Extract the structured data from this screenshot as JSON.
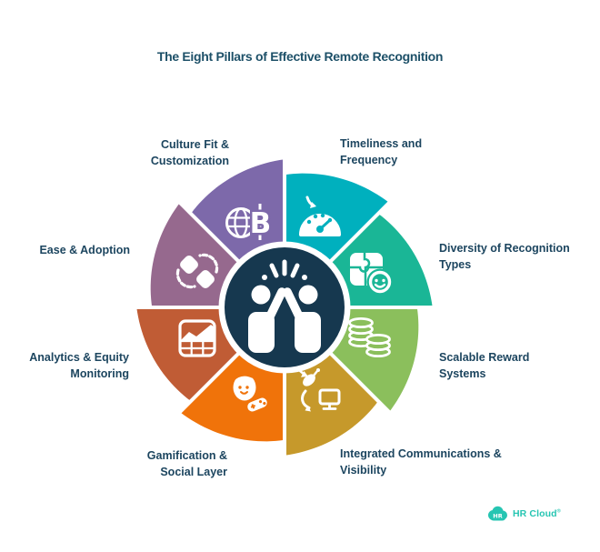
{
  "title": "The Eight Pillars of Effective Remote Recognition",
  "colors": {
    "background": "#FFFFFF",
    "title_text": "#1D5068",
    "label_text": "#1C455F",
    "center_circle": "#16384F",
    "center_ring": "#FFFFFF"
  },
  "wheel": {
    "center_icon": "high-five-icon",
    "center_color": "#16384F",
    "segments": [
      {
        "id": "timeliness",
        "label": "Timeliness and\nFrequency",
        "color": "#00B0BE",
        "icon": "speedometer-icon"
      },
      {
        "id": "diversity",
        "label": "Diversity of Recognition\nTypes",
        "color": "#1AB696",
        "icon": "puzzle-smiley-icon"
      },
      {
        "id": "scalable",
        "label": "Scalable Reward\nSystems",
        "color": "#8BBF5C",
        "icon": "coins-icon"
      },
      {
        "id": "integrated",
        "label": "Integrated Communications &\nVisibility",
        "color": "#C6992B",
        "icon": "satellite-monitor-icon"
      },
      {
        "id": "gamification",
        "label": "Gamification &\nSocial Layer",
        "color": "#F0730A",
        "icon": "gamer-icon"
      },
      {
        "id": "analytics",
        "label": "Analytics & Equity\nMonitoring",
        "color": "#C05C35",
        "icon": "chart-grid-icon"
      },
      {
        "id": "ease",
        "label": "Ease & Adoption",
        "color": "#96698E",
        "icon": "exchange-gears-icon"
      },
      {
        "id": "culture",
        "label": "Culture Fit &\nCustomization",
        "color": "#7D69AA",
        "icon": "globe-currency-icon"
      }
    ]
  },
  "logo": {
    "badge": "HR",
    "name": "HR Cloud",
    "trademark": "®",
    "color": "#26C5B2"
  }
}
